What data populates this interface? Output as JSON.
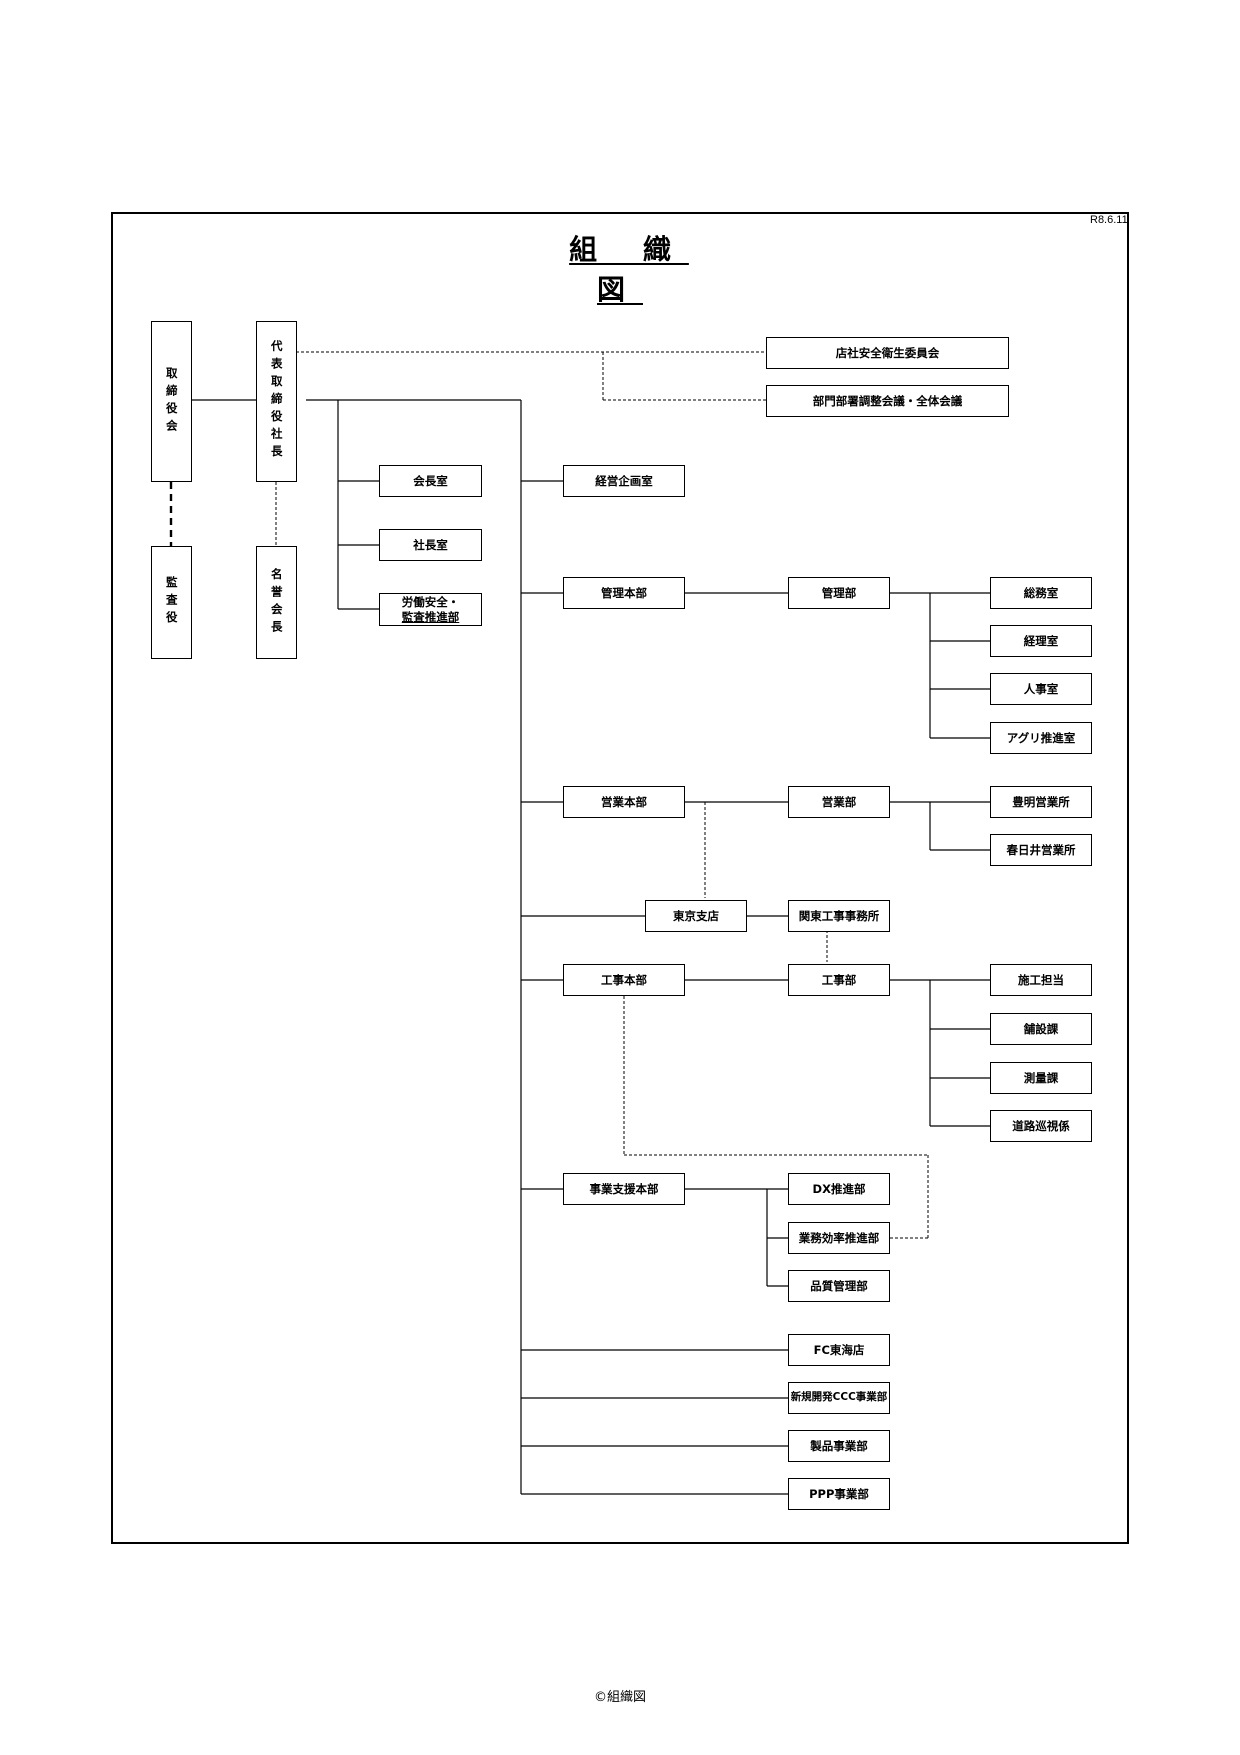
{
  "version": "R8.6.11",
  "title": "組 織 図",
  "footer": "©組織図",
  "boxes": {
    "board": "取締役会",
    "auditor": "監査役",
    "president": "代表取締役社長",
    "honorary_chair": "名誉会長",
    "safety_committee": "店社安全衛生委員会",
    "dept_meeting": "部門部署調整会議・全体会議",
    "chairman_office": "会長室",
    "president_office": "社長室",
    "labor_safety_line1": "労働安全・",
    "labor_safety_line2": "監査推進部",
    "planning_office": "経営企画室",
    "admin_hq": "管理本部",
    "admin_dept": "管理部",
    "general_affairs": "総務室",
    "accounting": "経理室",
    "hr": "人事室",
    "agri": "アグリ推進室",
    "sales_hq": "営業本部",
    "sales_dept": "営業部",
    "toyoake": "豊明営業所",
    "kasugai": "春日井営業所",
    "tokyo_branch": "東京支店",
    "kanto_office": "関東工事事務所",
    "construction_hq": "工事本部",
    "construction_dept": "工事部",
    "site_mgmt": "施工担当",
    "paving": "舗設課",
    "survey": "測量課",
    "road_patrol": "道路巡視係",
    "support_hq": "事業支援本部",
    "dx": "DX推進部",
    "efficiency": "業務効率推進部",
    "quality": "品質管理部",
    "fc_tokai": "FC東海店",
    "ccc": "新規開発CCC事業部",
    "products": "製品事業部",
    "ppp": "PPP事業部"
  }
}
